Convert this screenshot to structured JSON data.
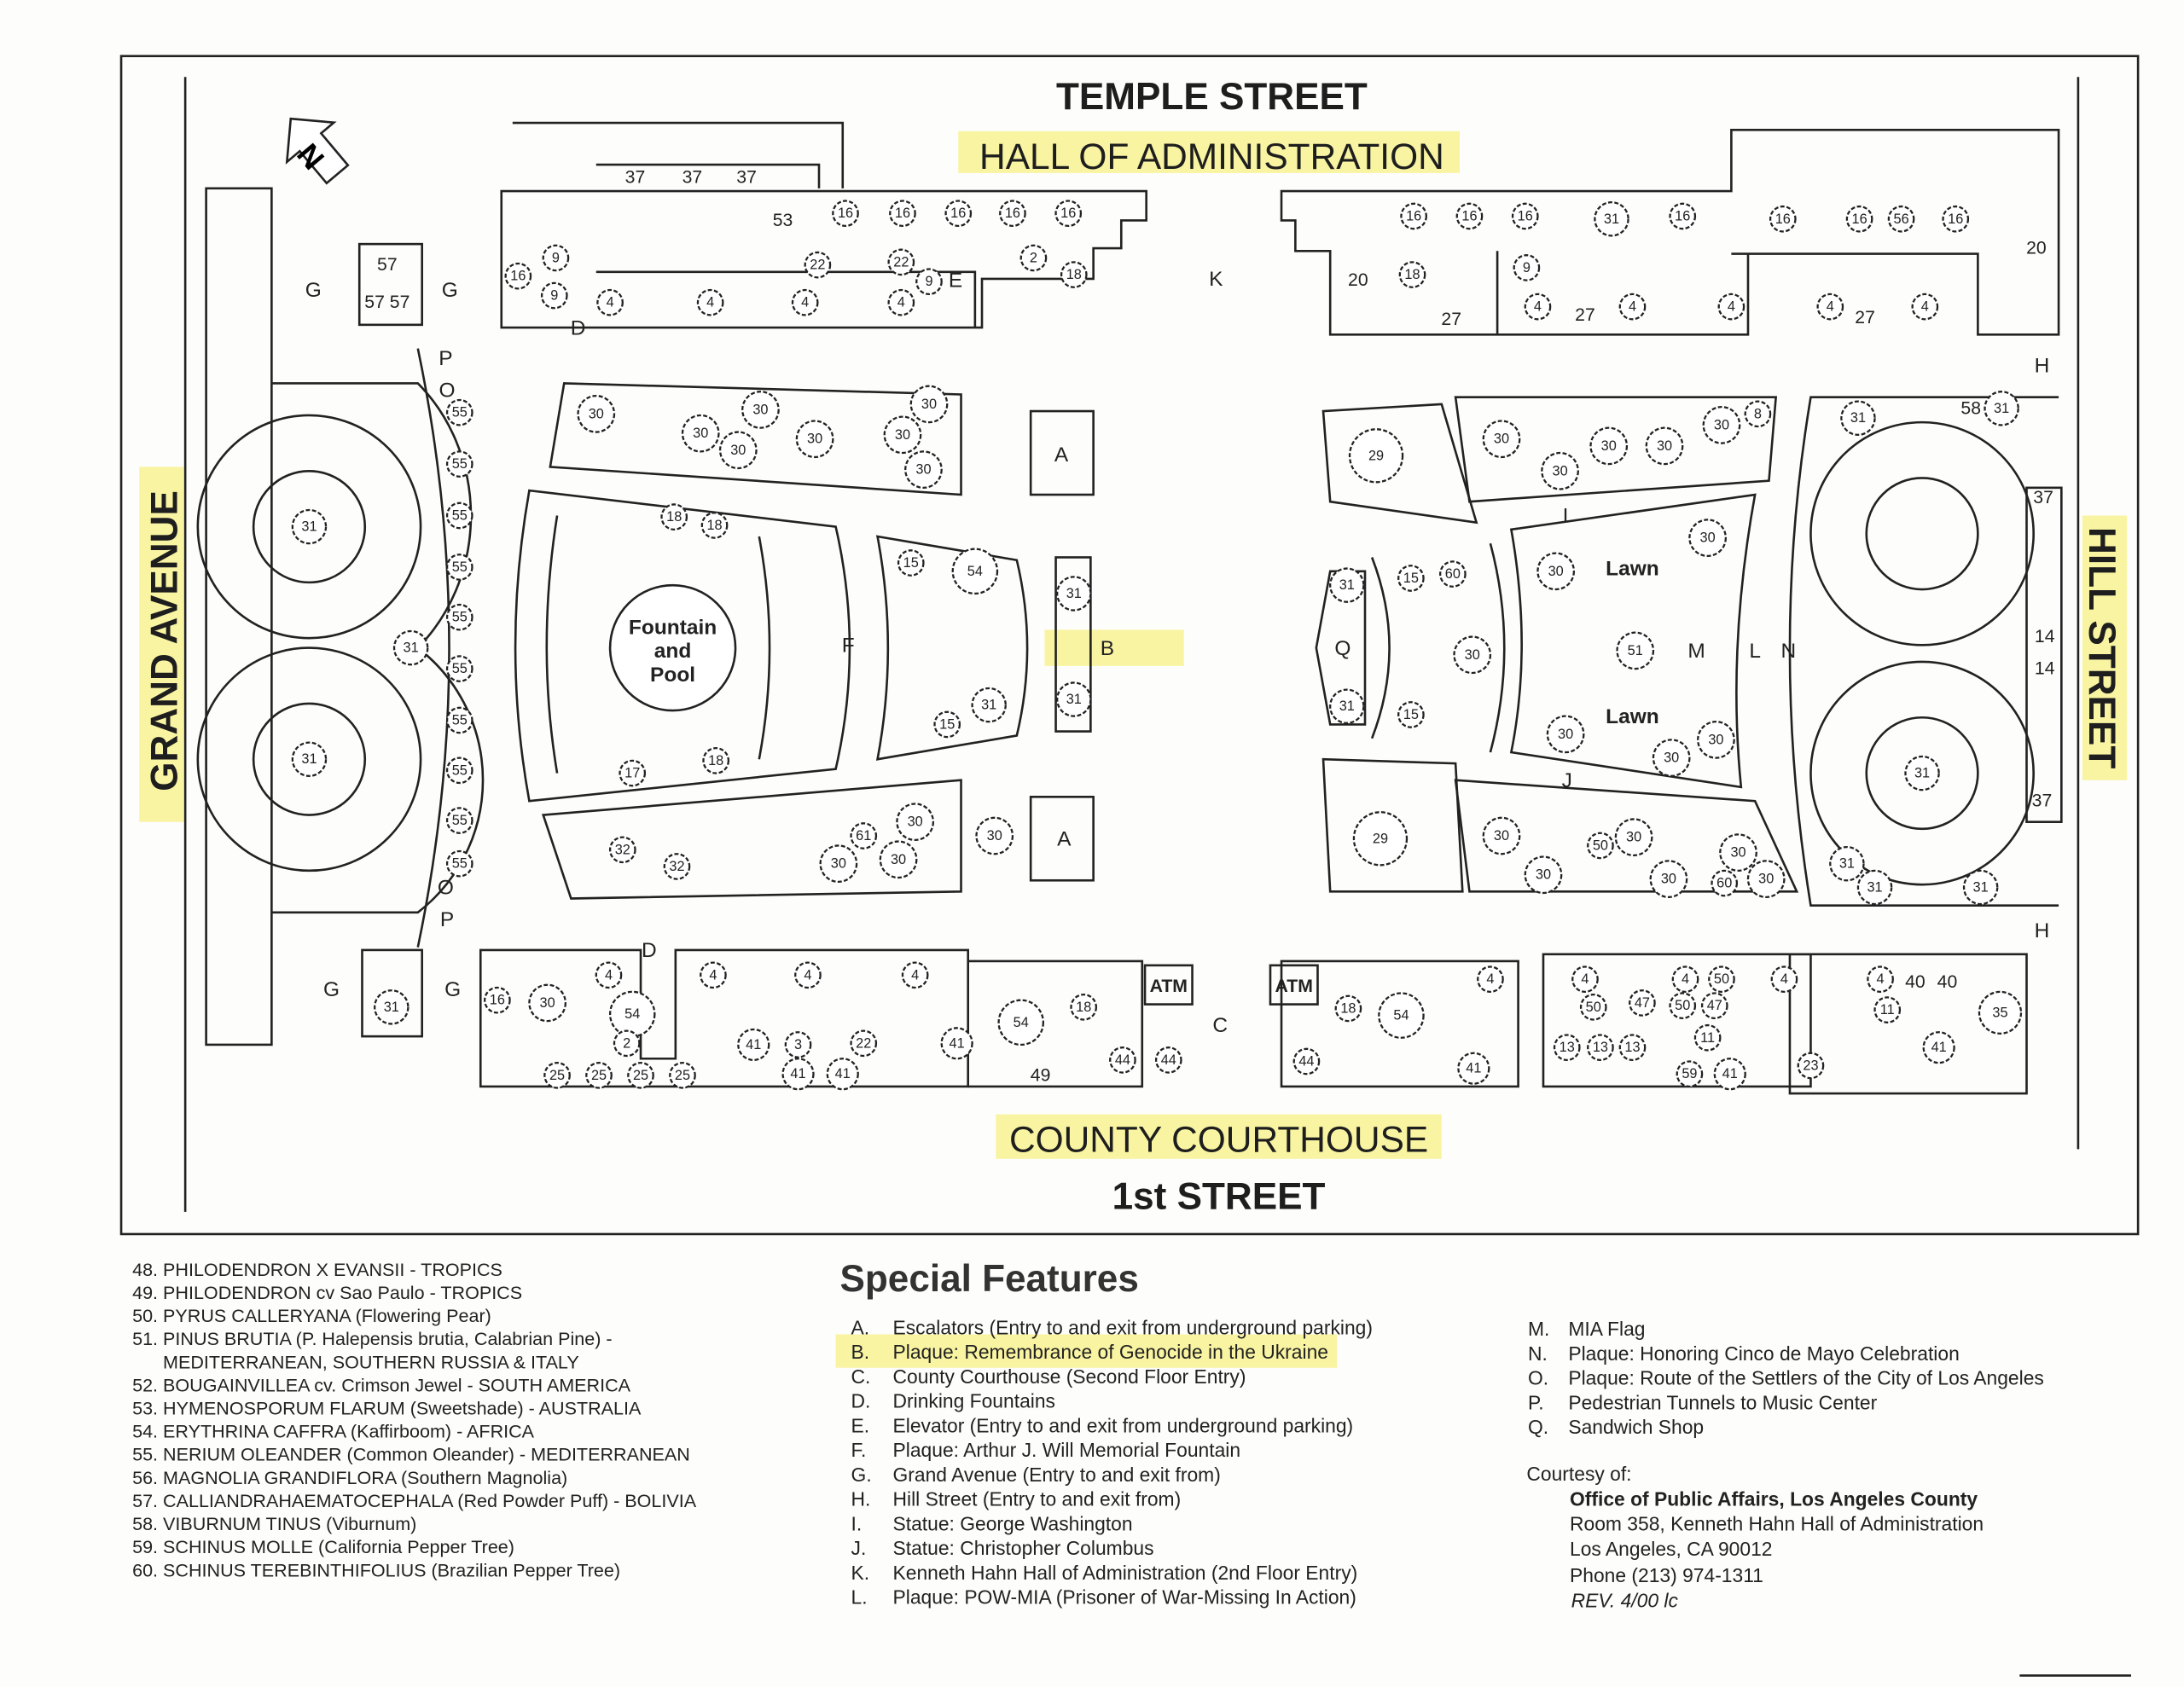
{
  "streets": {
    "north": "TEMPLE STREET",
    "south": "1st STREET",
    "west": "GRAND AVENUE",
    "east": "HILL STREET"
  },
  "buildings": {
    "north": "HALL OF ADMINISTRATION",
    "south": "COUNTY COURTHOUSE"
  },
  "compass": "N",
  "map_labels": {
    "fountain": [
      "Fountain",
      "and",
      "Pool"
    ],
    "lawn": "Lawn",
    "atm": "ATM",
    "letters": [
      "G",
      "G",
      "G",
      "G",
      "P",
      "O",
      "O",
      "P",
      "D",
      "E",
      "K",
      "A",
      "A",
      "F",
      "B",
      "C",
      "D",
      "H",
      "H",
      "I",
      "J",
      "L",
      "N",
      "M",
      "Q"
    ],
    "numbers": [
      "53",
      "57",
      "57 57",
      "37",
      "37",
      "37",
      "20",
      "58",
      "37",
      "14",
      "14",
      "37",
      "49",
      "40",
      "40",
      "20",
      "27",
      "27",
      "27"
    ]
  },
  "trees": [
    "16",
    "16",
    "16",
    "16",
    "16",
    "9",
    "16",
    "9",
    "22",
    "22",
    "9",
    "2",
    "18",
    "4",
    "4",
    "4",
    "4",
    "16",
    "16",
    "16",
    "31",
    "16",
    "16",
    "16",
    "56",
    "16",
    "18",
    "9",
    "4",
    "4",
    "4",
    "4",
    "4",
    "30",
    "30",
    "30",
    "30",
    "30",
    "30",
    "30",
    "30",
    "32",
    "32",
    "61",
    "30",
    "30",
    "30",
    "30",
    "18",
    "18",
    "17",
    "18",
    "15",
    "54",
    "31",
    "15",
    "31",
    "31",
    "55",
    "55",
    "55",
    "55",
    "55",
    "55",
    "55",
    "55",
    "55",
    "55",
    "31",
    "31",
    "31",
    "31",
    "30",
    "16",
    "4",
    "54",
    "2",
    "25",
    "25",
    "25",
    "25",
    "4",
    "4",
    "3",
    "41",
    "22",
    "41",
    "41",
    "4",
    "41",
    "54",
    "18",
    "44",
    "44",
    "29",
    "30",
    "30",
    "30",
    "30",
    "30",
    "8",
    "29",
    "30",
    "50",
    "30",
    "30",
    "30",
    "30",
    "60",
    "30",
    "31",
    "15",
    "60",
    "30",
    "15",
    "31",
    "30",
    "51",
    "30",
    "30",
    "30",
    "30",
    "31",
    "31",
    "31",
    "31",
    "31",
    "31",
    "18",
    "4",
    "54",
    "44",
    "41",
    "4",
    "50",
    "47",
    "4",
    "50",
    "47",
    "50",
    "11",
    "4",
    "13",
    "13",
    "13",
    "59",
    "41",
    "4",
    "11",
    "41",
    "35",
    "23"
  ],
  "plant_legend": [
    "48. PHILODENDRON X EVANSII - TROPICS",
    "49. PHILODENDRON cv Sao Paulo - TROPICS",
    "50. PYRUS CALLERYANA (Flowering Pear)",
    "51. PINUS BRUTIA (P. Halepensis brutia, Calabrian Pine) -",
    "MEDITERRANEAN, SOUTHERN RUSSIA & ITALY",
    "52. BOUGAINVILLEA cv. Crimson Jewel - SOUTH AMERICA",
    "53. HYMENOSPORUM FLARUM (Sweetshade) - AUSTRALIA",
    "54. ERYTHRINA CAFFRA (Kaffirboom) - AFRICA",
    "55. NERIUM OLEANDER (Common Oleander) - MEDITERRANEAN",
    "56. MAGNOLIA GRANDIFLORA (Southern Magnolia)",
    "57. CALLIANDRAHAEMATOCEPHALA (Red Powder Puff) - BOLIVIA",
    "58. VIBURNUM TINUS (Viburnum)",
    "59. SCHINUS MOLLE (California Pepper Tree)",
    "60. SCHINUS TEREBINTHIFOLIUS (Brazilian Pepper Tree)"
  ],
  "special_features": {
    "title": "Special Features",
    "items": [
      {
        "key": "A.",
        "text": "Escalators (Entry to and exit from underground parking)"
      },
      {
        "key": "B.",
        "text": "Plaque: Remembrance of Genocide in the Ukraine"
      },
      {
        "key": "C.",
        "text": "County Courthouse (Second Floor Entry)"
      },
      {
        "key": "D.",
        "text": "Drinking Fountains"
      },
      {
        "key": "E.",
        "text": "Elevator (Entry to and exit from underground parking)"
      },
      {
        "key": "F.",
        "text": "Plaque: Arthur J. Will Memorial Fountain"
      },
      {
        "key": "G.",
        "text": "Grand Avenue (Entry to and exit from)"
      },
      {
        "key": "H.",
        "text": "Hill Street (Entry to and exit from)"
      },
      {
        "key": "I.",
        "text": "Statue: George Washington"
      },
      {
        "key": "J.",
        "text": "Statue: Christopher Columbus"
      },
      {
        "key": "K.",
        "text": "Kenneth Hahn Hall of Administration (2nd Floor Entry)"
      },
      {
        "key": "L.",
        "text": "Plaque: POW-MIA (Prisoner of War-Missing In Action)"
      },
      {
        "key": "M.",
        "text": "MIA Flag"
      },
      {
        "key": "N.",
        "text": "Plaque: Honoring Cinco de Mayo Celebration"
      },
      {
        "key": "O.",
        "text": "Plaque: Route of the Settlers of the City of Los Angeles"
      },
      {
        "key": "P.",
        "text": "Pedestrian Tunnels to Music Center"
      },
      {
        "key": "Q.",
        "text": "Sandwich Shop"
      }
    ]
  },
  "courtesy": {
    "heading": "Courtesy of:",
    "org": "Office of Public Affairs, Los Angeles County",
    "room": "Room 358, Kenneth Hahn Hall of Administration",
    "city": "Los Angeles, CA 90012",
    "phone": "Phone (213) 974-1311",
    "rev": "REV. 4/00 lc"
  },
  "highlight_color": "#f5ec5a"
}
